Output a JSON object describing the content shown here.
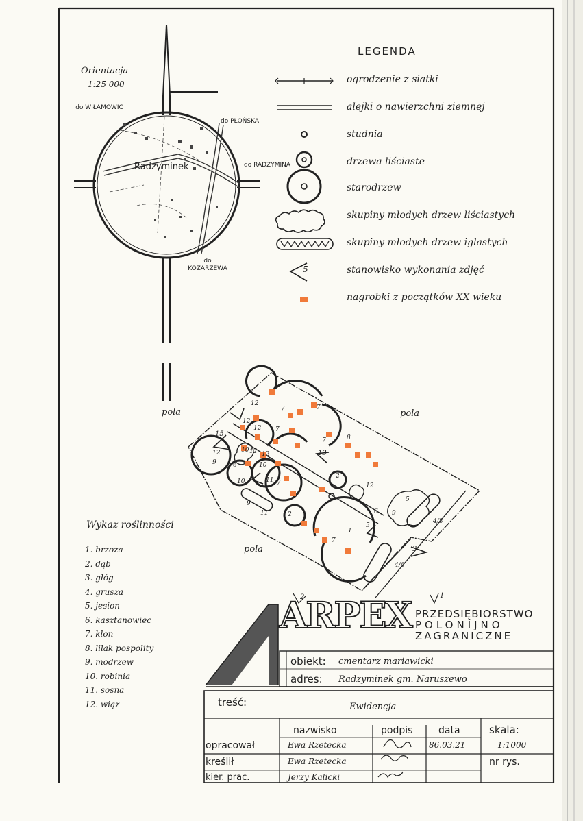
{
  "orientation": {
    "label": "Orientacja",
    "scale": "1:25 000"
  },
  "locator_map": {
    "place": "Radzyminek",
    "roads": {
      "west": "do WIŁAMOWIC",
      "north_east": "do PŁOŃSKA",
      "east": "do RADZYMINA",
      "south": "do KOZARZEWA"
    }
  },
  "legend": {
    "title": "LEGENDA",
    "items": [
      {
        "symbol": "fence-symbol",
        "label": "ogrodzenie z siatki"
      },
      {
        "symbol": "path-symbol",
        "label": "alejki o nawierzchni ziemnej"
      },
      {
        "symbol": "well-symbol",
        "label": "studnia"
      },
      {
        "symbol": "deciduous-tree-symbol",
        "label": "drzewa liściaste"
      },
      {
        "symbol": "old-tree-symbol",
        "label": "starodrzew"
      },
      {
        "symbol": "young-deciduous-group-symbol",
        "label": "skupiny młodych drzew liściastych"
      },
      {
        "symbol": "young-conifer-group-symbol",
        "label": "skupiny młodych drzew iglastych"
      },
      {
        "symbol": "photo-station-symbol",
        "label": "stanowisko wykonania zdjęć"
      },
      {
        "symbol": "gravestone-symbol",
        "label": "nagrobki z początków XX wieku"
      }
    ],
    "accent_color": "#f07a3a"
  },
  "field_labels": {
    "top_left": "pola",
    "top_right": "pola",
    "bottom": "pola"
  },
  "plan_labels": {
    "trees": [
      "12",
      "7",
      "7",
      "12",
      "12",
      "7",
      "12",
      "10",
      "12",
      "6",
      "12",
      "9",
      "10",
      "7",
      "11",
      "10",
      "9",
      "11",
      "2",
      "7",
      "1",
      "12",
      "5",
      "9",
      "6",
      "5",
      "4/8",
      "4/6",
      "7",
      "8",
      "2"
    ],
    "stations": [
      "15",
      "13",
      "3",
      "2",
      "1",
      "5"
    ]
  },
  "plant_list": {
    "title": "Wykaz roślinności",
    "items": [
      "1. brzoza",
      "2. dąb",
      "3. głóg",
      "4. grusza",
      "5. jesion",
      "6. kasztanowiec",
      "7. klon",
      "8. lilak pospolity",
      "9. modrzew",
      "10. robinia",
      "11. sosna",
      "12. wiąz"
    ]
  },
  "title_block": {
    "logo": "ARPEX",
    "company_lines": [
      "PRZEDSIĘBIORSTWO",
      "POLONIJNO",
      "ZAGRANICZNE"
    ],
    "object_label": "obiekt:",
    "object_value": "cmentarz mariawicki",
    "address_label": "adres:",
    "address_value": "Radzyminek gm. Naruszewo",
    "content_label": "treść:",
    "content_value": "Ewidencja",
    "headers": {
      "name": "nazwisko",
      "signature": "podpis",
      "date": "data",
      "scale": "skala:"
    },
    "rows": [
      {
        "role": "opracował",
        "name": "Ewa Rzetecka",
        "date": "86.03.21"
      },
      {
        "role": "kreślił",
        "name": "Ewa Rzetecka",
        "date": ""
      },
      {
        "role": "kier. prac.",
        "name": "Jerzy Kalicki",
        "date": ""
      }
    ],
    "scale_value": "1:1000",
    "drawing_no_label": "nr rys."
  }
}
